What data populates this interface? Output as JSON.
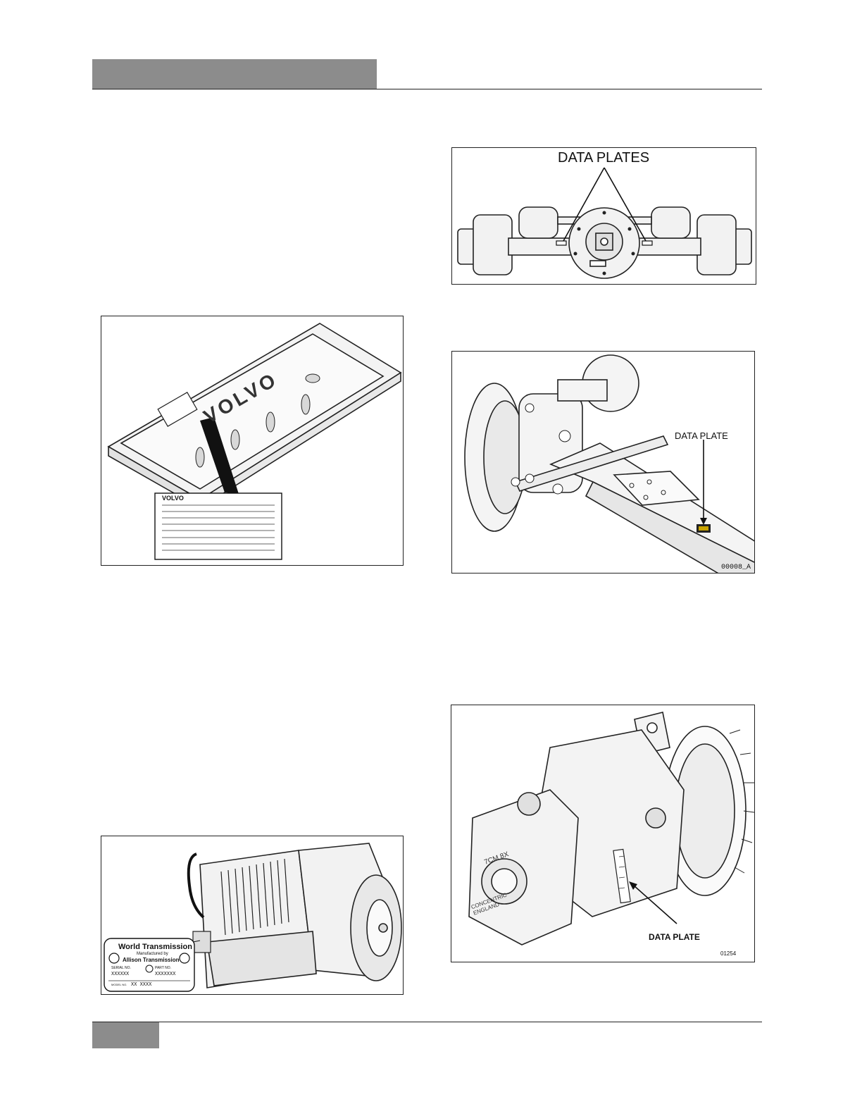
{
  "figures": {
    "rear_axle": {
      "label": "DATA PLATES"
    },
    "engine": {
      "logo_text": "VOLVO",
      "plate_brand": "VOLVO"
    },
    "front_axle": {
      "label": "DATA PLATE",
      "code": "00008_A"
    },
    "transmission": {
      "plate_title": "World Transmission",
      "plate_sub1": "Manufactured by",
      "plate_sub2": "Allison Transmission",
      "serial_label": "SERIAL NO.",
      "part_label": "PART NO.",
      "serial_value": "XXXXXX",
      "part_value": "XXXXXXX",
      "model_label": "MODEL NO.",
      "model_value": "XX XXXX"
    },
    "pump": {
      "label": "DATA PLATE",
      "code": "01254",
      "cast_text_1": "7CM 8X",
      "cast_text_2": "CONCENTRIC ENGLAND"
    }
  }
}
